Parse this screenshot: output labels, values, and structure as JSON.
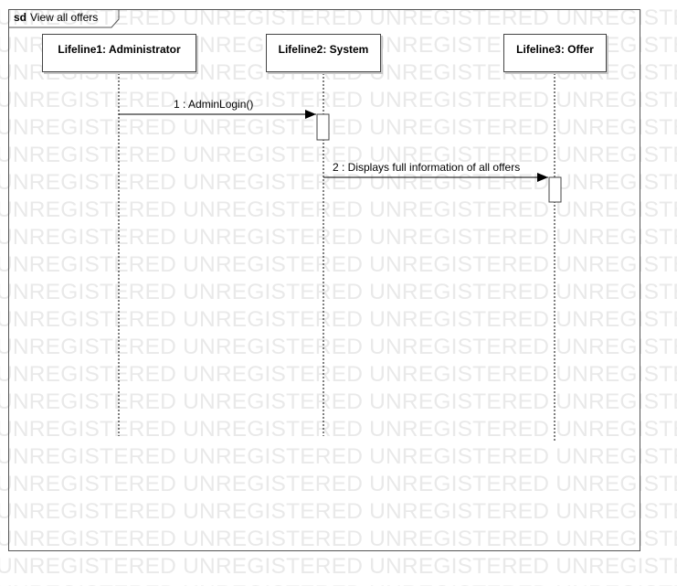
{
  "frame": {
    "keyword": "sd",
    "title": "View all offers"
  },
  "lifelines": [
    {
      "label": "Lifeline1: Administrator"
    },
    {
      "label": "Lifeline2: System"
    },
    {
      "label": "Lifeline3: Offer"
    }
  ],
  "messages": [
    {
      "label": "1 : AdminLogin()",
      "from": 0,
      "to": 1
    },
    {
      "label": "2 : Displays full information of all offers",
      "from": 1,
      "to": 2
    }
  ],
  "watermark": {
    "text": "UNREGISTERED"
  }
}
